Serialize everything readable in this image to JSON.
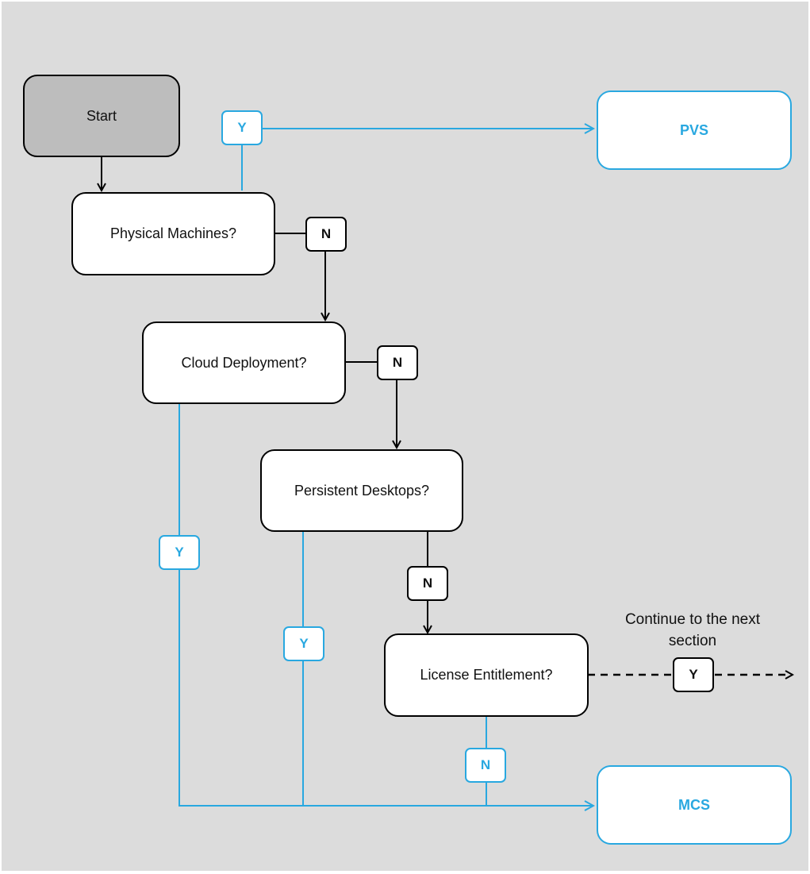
{
  "colors": {
    "accent": "#29a8e0",
    "neutral": "#000000",
    "background": "#dcdcdc",
    "start_fill": "#bdbdbd"
  },
  "nodes": {
    "start": "Start",
    "physical": "Physical Machines?",
    "cloud": "Cloud Deployment?",
    "persistent": "Persistent Desktops?",
    "license": "License Entitlement?",
    "pvs": "PVS",
    "mcs": "MCS"
  },
  "labels": {
    "physical_yes": "Y",
    "physical_no": "N",
    "cloud_no": "N",
    "cloud_yes": "Y",
    "persistent_yes": "Y",
    "persistent_no": "N",
    "license_yes": "Y",
    "license_no": "N"
  },
  "note": "Continue to the next section"
}
